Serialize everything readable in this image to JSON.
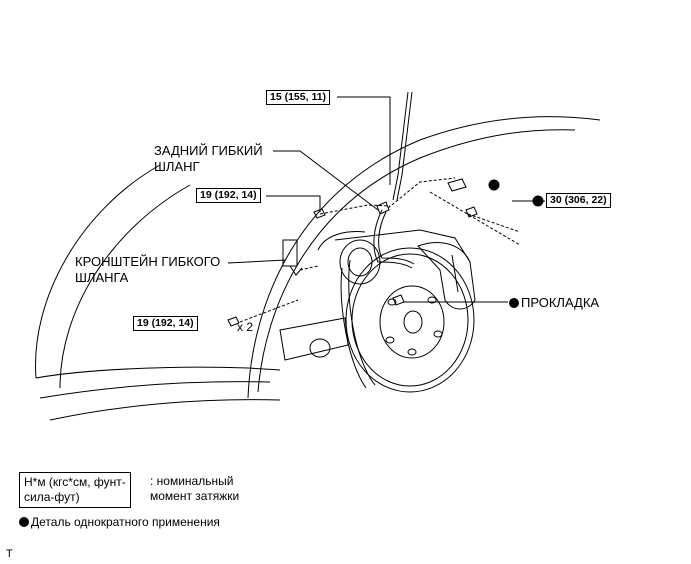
{
  "torque_labels": {
    "t1": "15 (155, 11)",
    "t2": "19 (192, 14)",
    "t3": "30 (306, 22)",
    "t4": "19 (192, 14)"
  },
  "callouts": {
    "rear_hose_line1": "ЗАДНИЙ ГИБКИЙ",
    "rear_hose_line2": "ШЛАНГ",
    "bracket_line1": "КРОНШТЕЙН ГИБКОГО",
    "bracket_line2": "ШЛАНГА",
    "gasket": "ПРОКЛАДКА",
    "qty": "x 2"
  },
  "legend": {
    "box_line1": "Н*м (кгс*см, фунт-",
    "box_line2": "сила-фут)",
    "desc_line1": ": номинальный",
    "desc_line2": "момент затяжки",
    "single_use": "Деталь однократного применения"
  },
  "corner_mark": "T"
}
